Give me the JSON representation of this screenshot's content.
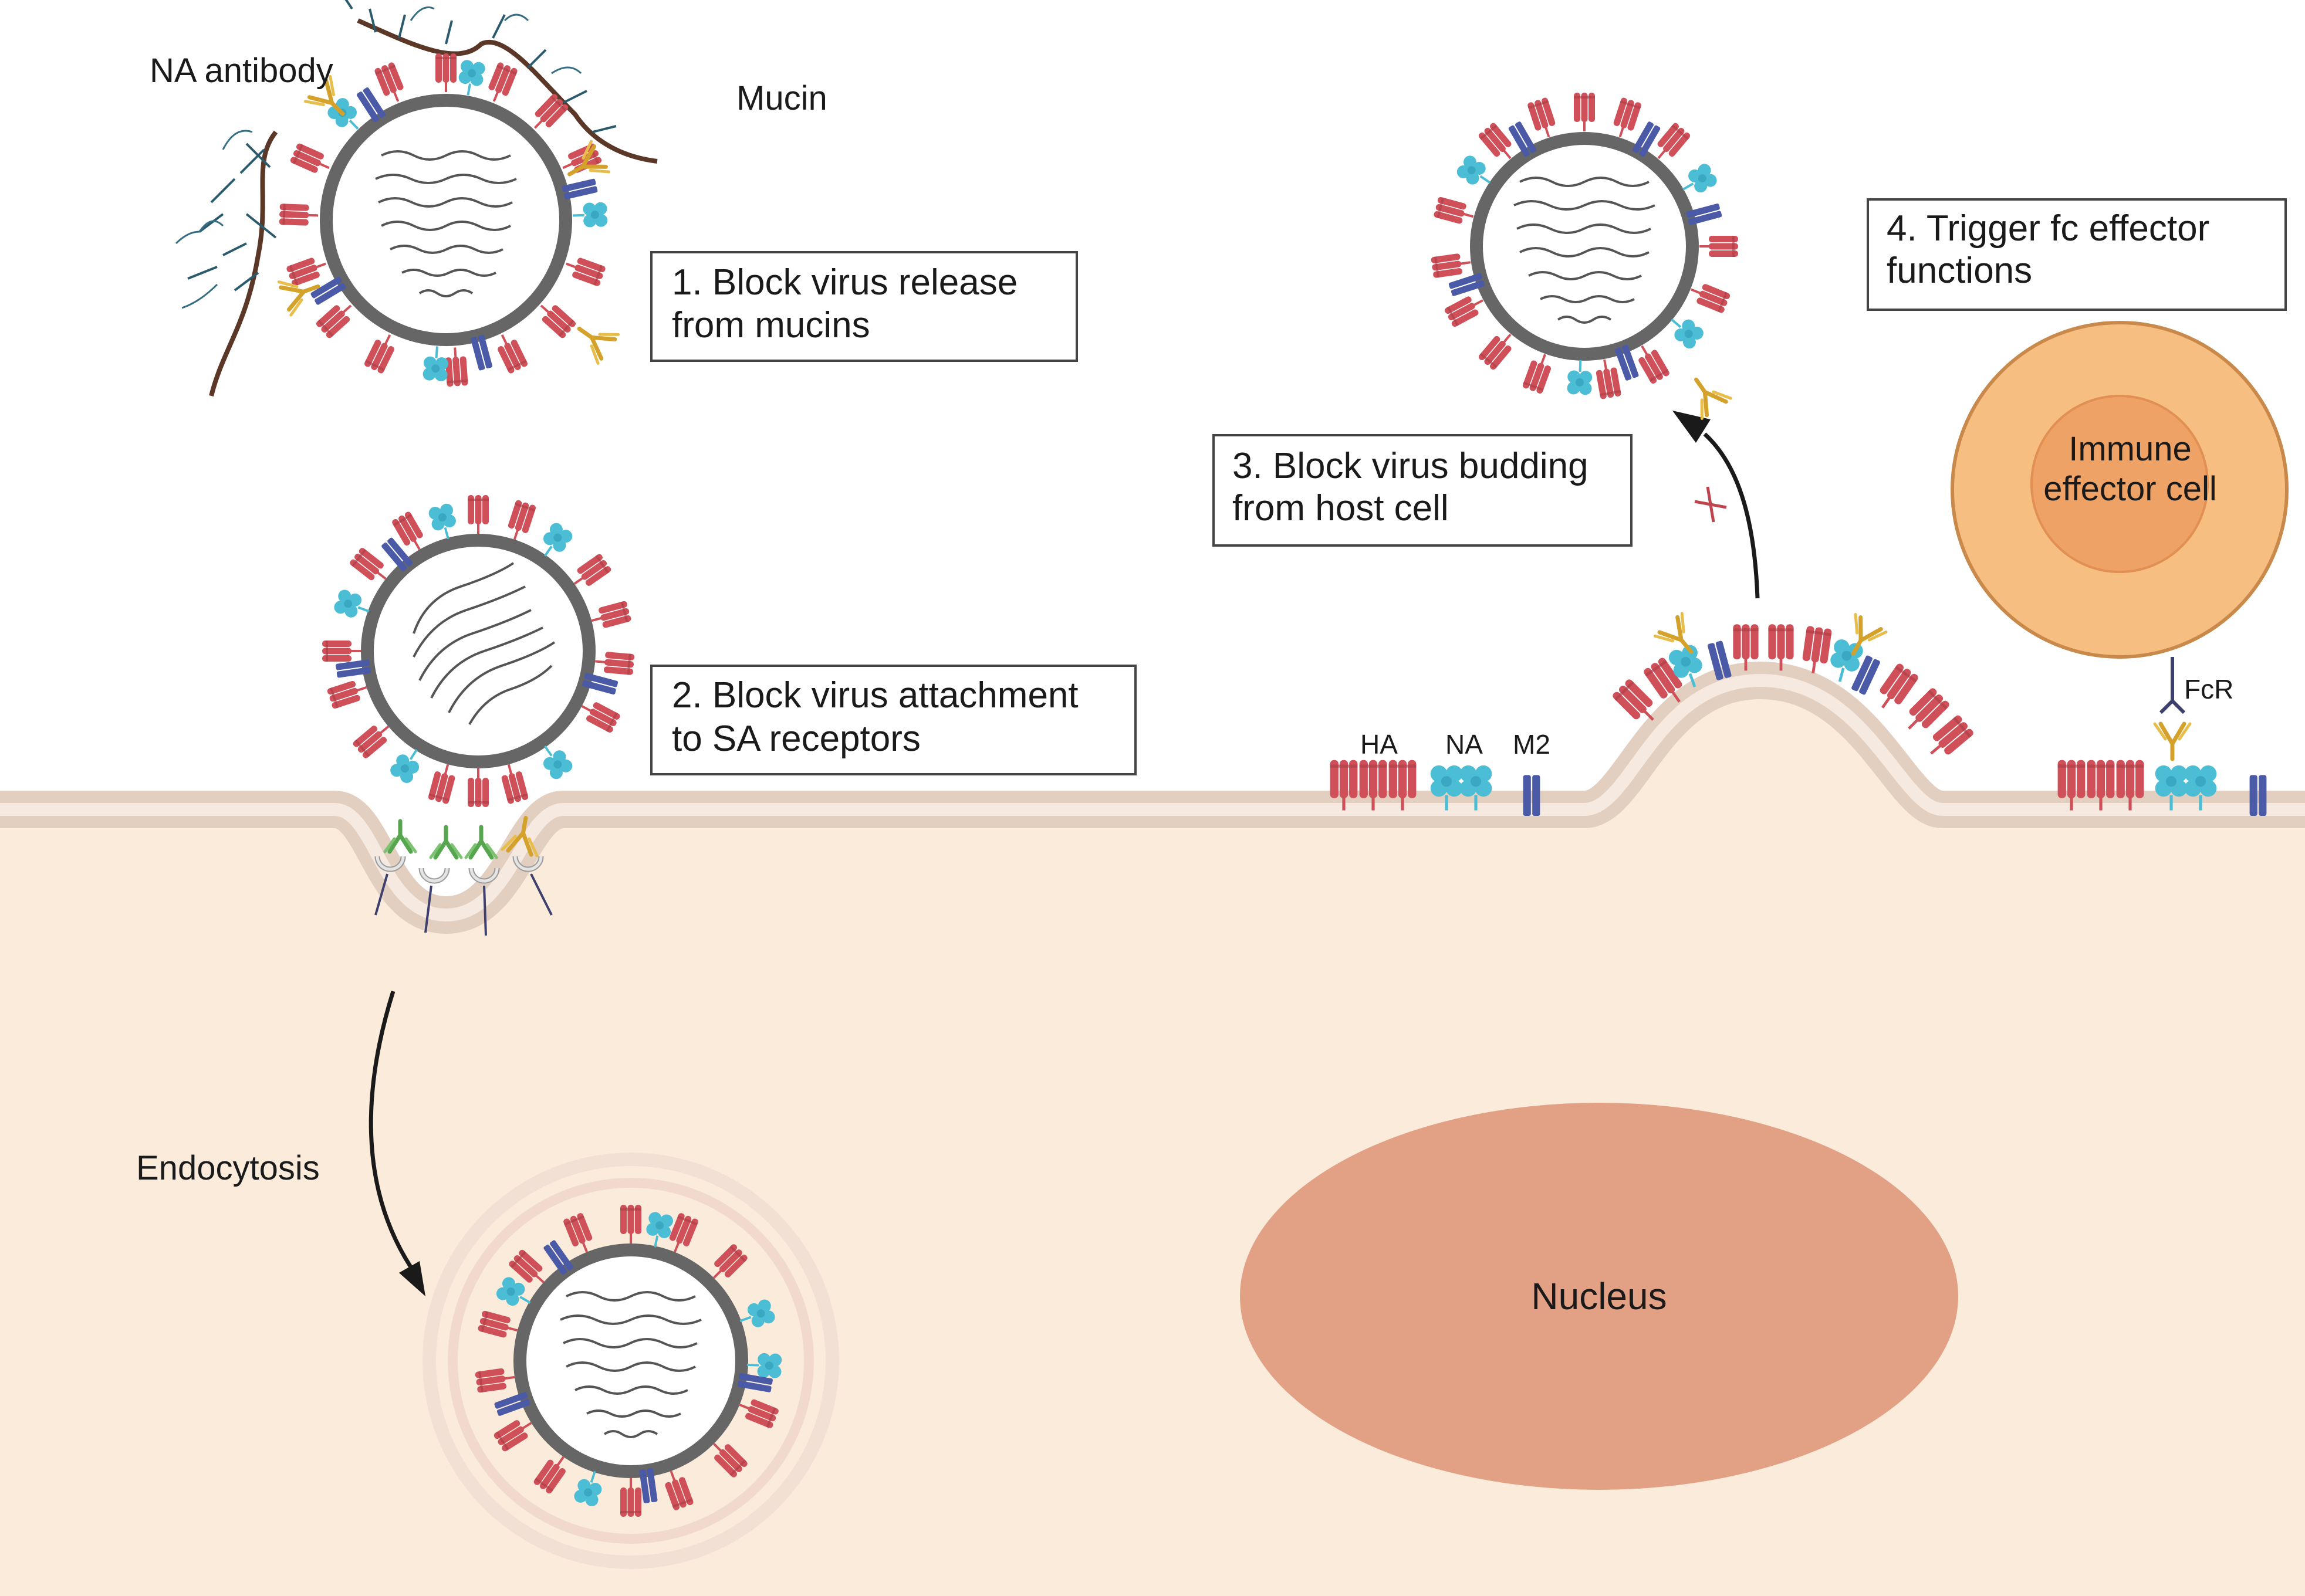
{
  "labels": {
    "na_antibody": "NA antibody",
    "mucin": "Mucin",
    "endocytosis": "Endocytosis",
    "nucleus": "Nucleus",
    "immune_line1": "Immune",
    "immune_line2": "effector cell",
    "fcr": "FcR",
    "ha": "HA",
    "na": "NA",
    "m2": "M2"
  },
  "steps": [
    {
      "line1": "1. Block virus release",
      "line2": "from mucins"
    },
    {
      "line1": "2. Block virus attachment",
      "line2": "to SA receptors"
    },
    {
      "line1": "3. Block virus budding",
      "line2": "from host cell"
    },
    {
      "line1": "4. Trigger fc effector",
      "line2": "functions"
    }
  ],
  "colors": {
    "cytoplasm": "#fbebdb",
    "membrane": "#e2cfc0",
    "membrane_inner": "#f6e9e0",
    "hemagglutinin": "#d0505a",
    "neuraminidase": "#4bbed6",
    "m2": "#4a5aa6",
    "antibody": "#d4a22a",
    "sa_antibody": "#55a64e",
    "nucleus": "#e2a084",
    "immune_outer": "#f7be82",
    "immune_inner": "#eea266",
    "immune_border": "#c8894a",
    "virus_envelope": "#666666"
  }
}
